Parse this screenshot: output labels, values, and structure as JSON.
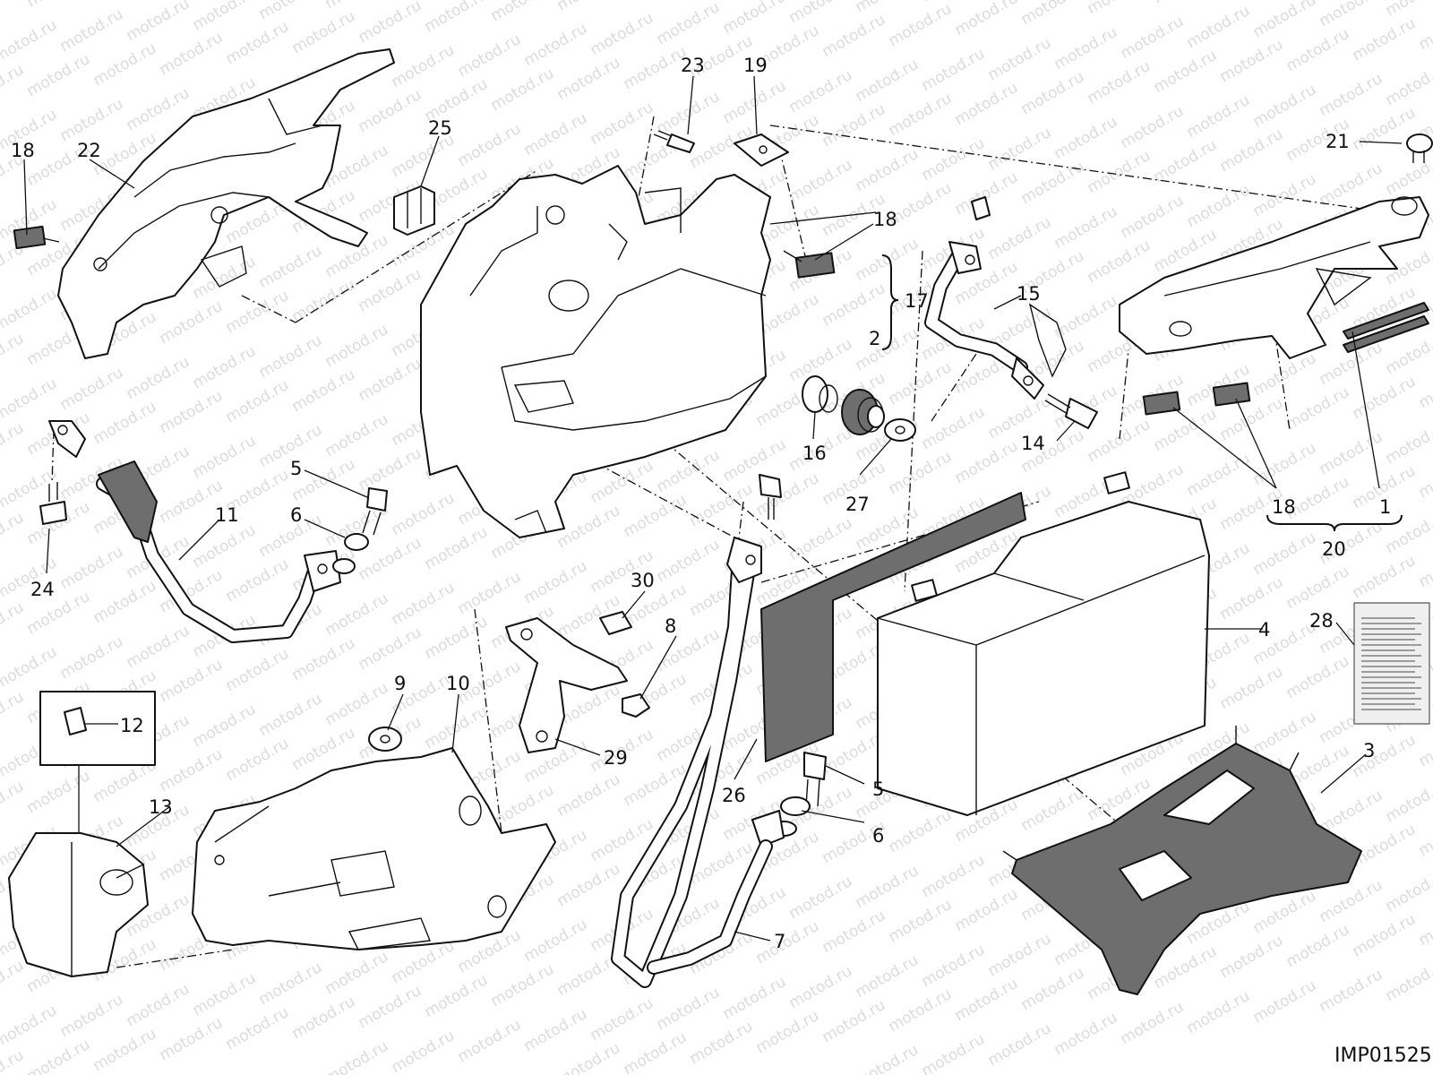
{
  "drawing": {
    "reference_code": "IMP01525",
    "watermark_text": "motod.ru"
  },
  "callouts": {
    "p1": "1",
    "p2": "2",
    "p3": "3",
    "p4": "4",
    "p5a": "5",
    "p5b": "5",
    "p6a": "6",
    "p6b": "6",
    "p7": "7",
    "p8": "8",
    "p9": "9",
    "p10": "10",
    "p11": "11",
    "p12": "12",
    "p13": "13",
    "p14": "14",
    "p15": "15",
    "p16": "16",
    "p17": "17",
    "p18a": "18",
    "p18b": "18",
    "p18c": "18",
    "p19": "19",
    "p20": "20",
    "p21": "21",
    "p22": "22",
    "p23": "23",
    "p24": "24",
    "p25": "25",
    "p26": "26",
    "p27": "27",
    "p28": "28",
    "p29": "29",
    "p30": "30"
  }
}
